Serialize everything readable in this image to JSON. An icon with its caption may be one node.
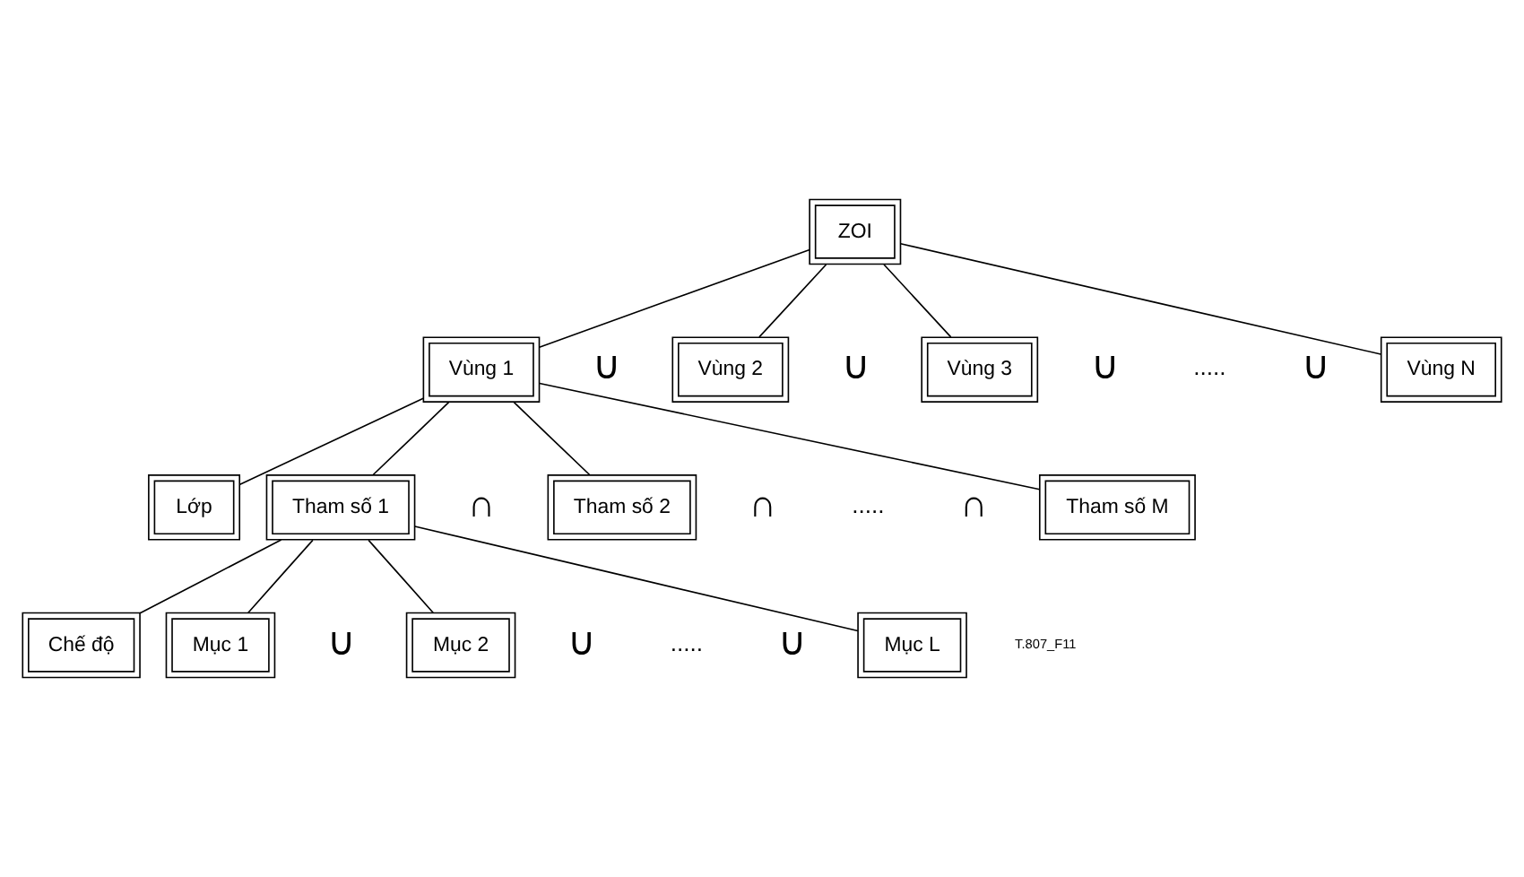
{
  "diagram": {
    "nodes": [
      {
        "text": [
          "ZOI"
        ]
      },
      {
        "text": [
          "Vùng 1"
        ]
      },
      {
        "text": [
          "Vùng 2"
        ]
      },
      {
        "text": [
          "Vùng 3"
        ]
      },
      {
        "text": [
          "Vùng N"
        ]
      },
      {
        "text": [
          "Lớp"
        ]
      },
      {
        "text": [
          "Tham số 1"
        ]
      },
      {
        "text": [
          "Tham số 2"
        ]
      },
      {
        "text": [
          "Tham số M"
        ]
      },
      {
        "text": [
          "Chế độ"
        ]
      },
      {
        "text": [
          "Mục 1"
        ]
      },
      {
        "text": [
          "Mục 2"
        ]
      },
      {
        "text": [
          "Mục L"
        ]
      }
    ],
    "edges": [
      {
        "from": 0,
        "to": 1,
        "arrow": "none"
      },
      {
        "from": 0,
        "to": 2,
        "arrow": "none"
      },
      {
        "from": 0,
        "to": 3,
        "arrow": "none"
      },
      {
        "from": 0,
        "to": 4,
        "arrow": "none"
      },
      {
        "from": 1,
        "to": 5,
        "arrow": "none"
      },
      {
        "from": 1,
        "to": 6,
        "arrow": "none"
      },
      {
        "from": 1,
        "to": 7,
        "arrow": "none"
      },
      {
        "from": 1,
        "to": 8,
        "arrow": "none"
      },
      {
        "from": 6,
        "to": 9,
        "arrow": "none"
      },
      {
        "from": 6,
        "to": 10,
        "arrow": "none"
      },
      {
        "from": 6,
        "to": 11,
        "arrow": "none"
      },
      {
        "from": 6,
        "to": 12,
        "arrow": "none"
      }
    ],
    "labels": [
      "∪",
      "∪",
      "∪",
      ".....",
      "∪",
      "∩",
      "∩",
      ".....",
      "∩",
      "∪",
      "∪",
      ".....",
      "∪",
      "T.807_F11"
    ]
  }
}
